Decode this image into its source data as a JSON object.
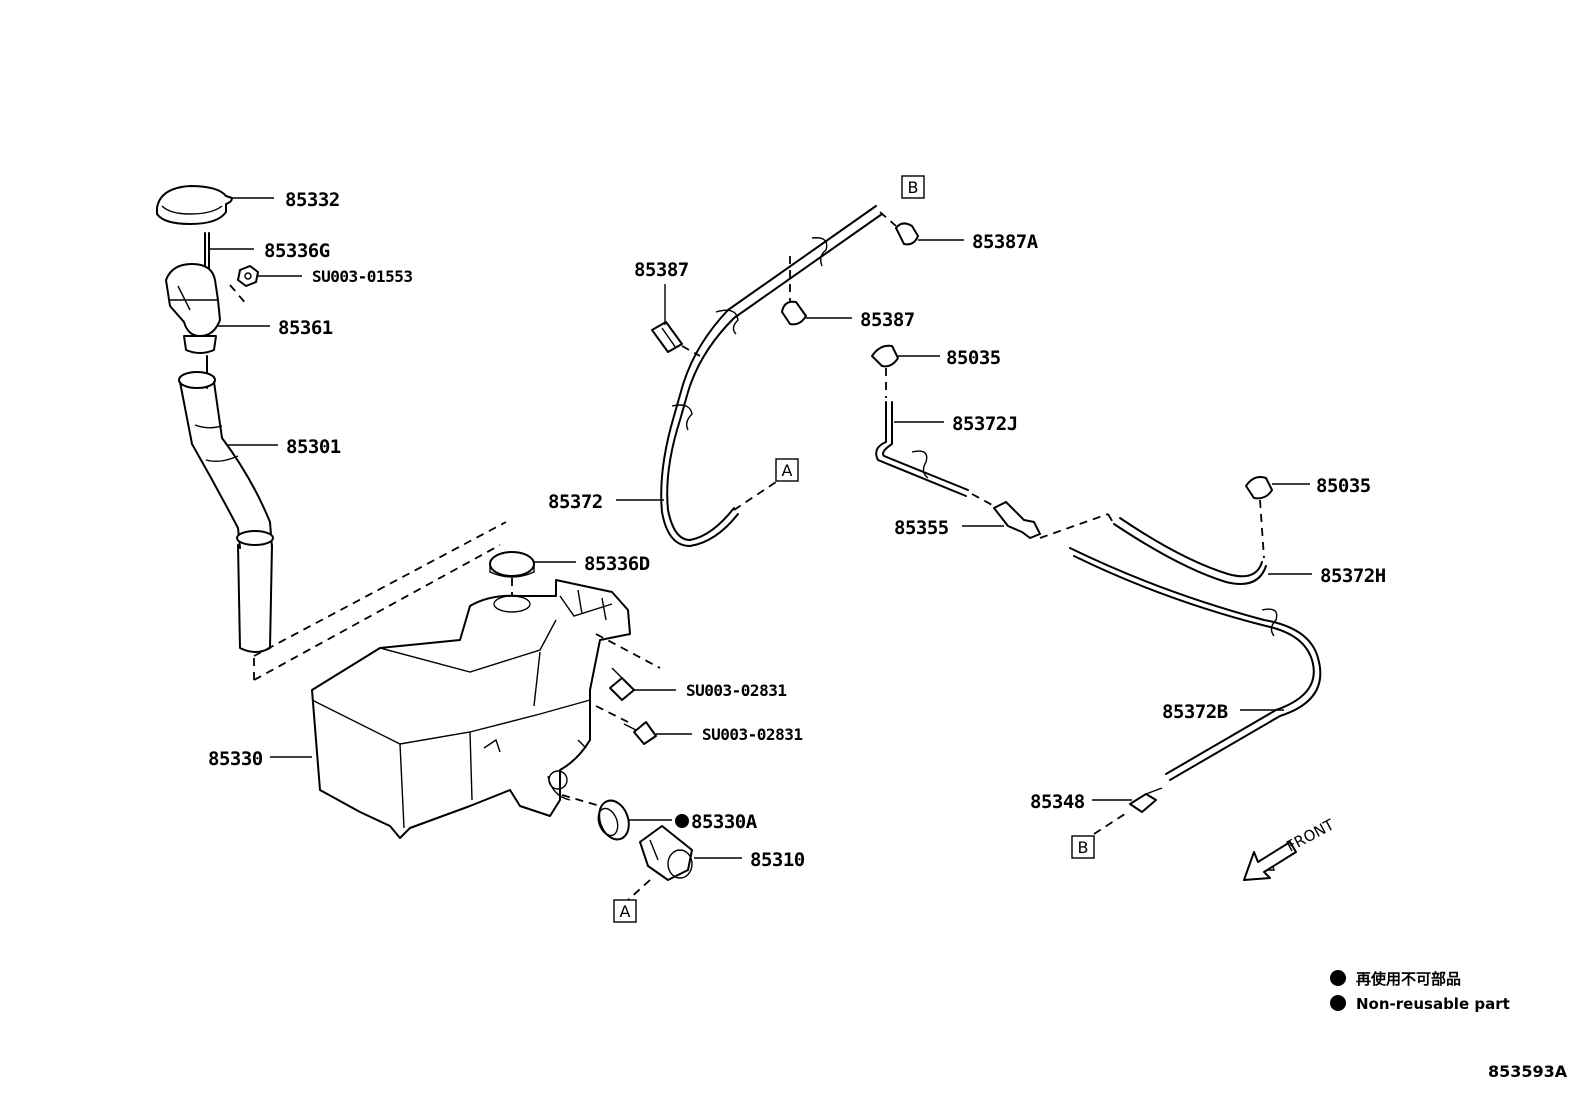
{
  "parts": {
    "p85332": "85332",
    "p85336G": "85336G",
    "pSU003_01553": "SU003-01553",
    "p85361": "85361",
    "p85301": "85301",
    "p85336D": "85336D",
    "p85330": "85330",
    "pSU003_02831a": "SU003-02831",
    "pSU003_02831b": "SU003-02831",
    "p85330A": "85330A",
    "p85310": "85310",
    "p85387": "85387",
    "p85387A": "85387A",
    "p85387b": "85387",
    "p85372": "85372",
    "p85035a": "85035",
    "p85372J": "85372J",
    "p85355": "85355",
    "p85035b": "85035",
    "p85372H": "85372H",
    "p85372B": "85372B",
    "p85348": "85348"
  },
  "connectors": {
    "a_top": "A",
    "a_bottom": "A",
    "b_top": "B",
    "b_bottom": "B"
  },
  "front_label": "FRONT",
  "legend": {
    "jp": "再使用不可部品",
    "en": "Non-reusable part"
  },
  "diagram_id": "853593A",
  "icons": [
    "non-reusable-dot-icon",
    "front-arrow-icon"
  ]
}
